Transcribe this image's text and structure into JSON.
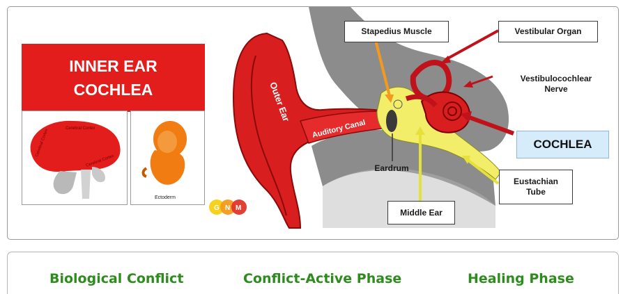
{
  "diagram": {
    "title_line1": "INNER EAR",
    "title_line2": "COCHLEA",
    "labels": {
      "stapedius": "Stapedius Muscle",
      "vestibular_organ": "Vestibular Organ",
      "vestibulocochlear_l1": "Vestibulocochlear",
      "vestibulocochlear_l2": "Nerve",
      "cochlea": "COCHLEA",
      "eustachian_l1": "Eustachian",
      "eustachian_l2": "Tube",
      "eardrum": "Eardrum",
      "middle_ear": "Middle Ear",
      "outer_ear": "Outer Ear",
      "auditory_canal": "Auditory Canal"
    },
    "brain_labels": {
      "a": "Cerebral Cortex",
      "b": "Cerebral Cortex",
      "c": "Cerebral Cortex"
    },
    "embryo_label": "Ectoderm",
    "logo": {
      "letters": [
        "G",
        "N",
        "M"
      ]
    }
  },
  "tabs": [
    {
      "label": "Biological Conflict"
    },
    {
      "label": "Conflict-Active Phase"
    },
    {
      "label": "Healing Phase"
    }
  ],
  "colors": {
    "red": "#e31c1c",
    "ear_red": "#d81e1e",
    "yellow": "#f3ee6a",
    "gray": "#8c8c8c",
    "tab_green": "#2e8b1d",
    "cochlea_bg": "#d6ecfa"
  }
}
